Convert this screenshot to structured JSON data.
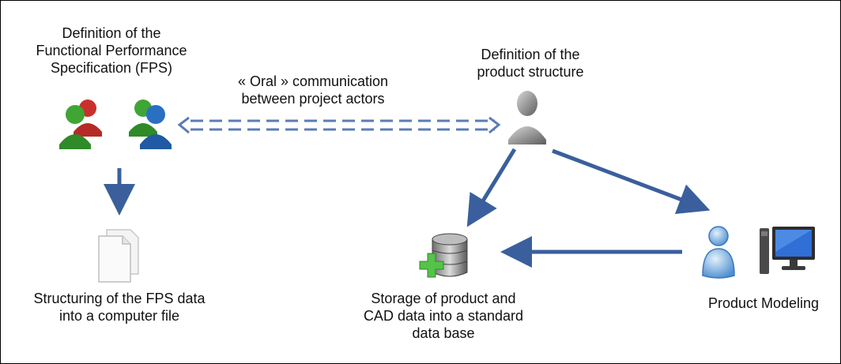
{
  "labels": {
    "fps_definition": "Definition of the\nFunctional Performance\nSpecification (FPS)",
    "oral_communication": "« Oral » communication\nbetween project actors",
    "product_structure": "Definition of the\nproduct structure",
    "fps_structuring": "Structuring of the FPS data\ninto  a computer file",
    "storage": "Storage of product and\nCAD data into a standard\ndata base",
    "product_modeling": "Product Modeling"
  },
  "icons": {
    "fps_actors": [
      "user-group-red-green-icon",
      "user-group-green-blue-icon"
    ],
    "structure_actor": "grey-user-icon",
    "file": "document-file-icon",
    "database": "database-add-icon",
    "modeler": "blue-user-icon",
    "computer": "computer-monitor-icon"
  },
  "colors": {
    "arrow": "#3a5f9c",
    "text": "#111111",
    "border": "#000000"
  }
}
